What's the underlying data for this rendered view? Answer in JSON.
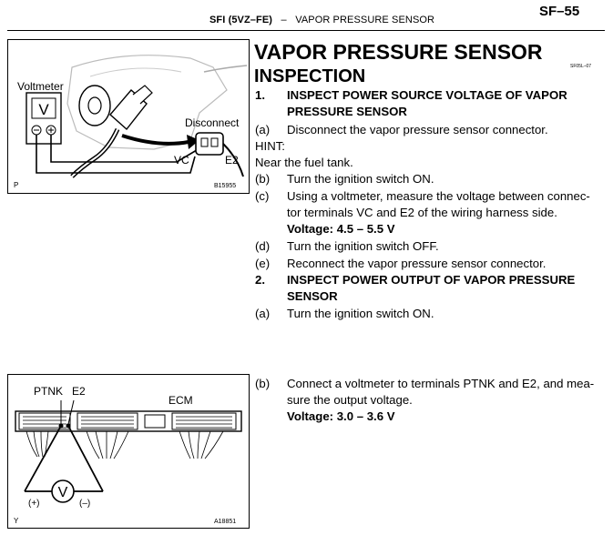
{
  "header": {
    "section": "SFI (5VZ–FE)",
    "separator": "–",
    "topic": "VAPOR PRESSURE SENSOR",
    "page": "SF–55"
  },
  "title": "VAPOR PRESSURE SENSOR",
  "subtitle": "INSPECTION",
  "doc_code": "SF05L–07",
  "figure1": {
    "voltmeter": "Voltmeter",
    "meter_symbol": "V",
    "disconnect": "Disconnect",
    "vc": "VC",
    "e2": "E2",
    "corner": "P",
    "id": "B15955"
  },
  "figure2": {
    "ptnk": "PTNK",
    "e2": "E2",
    "ecm": "ECM",
    "meter_symbol": "V",
    "plus": "(+)",
    "minus": "(–)",
    "corner": "Y",
    "id": "A18851"
  },
  "step1": {
    "num": "1.",
    "title_l1": "INSPECT POWER SOURCE VOLTAGE OF VAPOR",
    "title_l2": "PRESSURE SENSOR",
    "a_label": "(a)",
    "a_text": "Disconnect the vapor pressure sensor connector.",
    "hint": "HINT:",
    "hint_text": "Near the fuel tank.",
    "b_label": "(b)",
    "b_text": "Turn the ignition switch ON.",
    "c_label": "(c)",
    "c_l1": "Using a voltmeter, measure the voltage between connec-",
    "c_l2": "tor terminals VC and E2 of the wiring harness side.",
    "c_spec": "Voltage: 4.5 – 5.5 V",
    "d_label": "(d)",
    "d_text": "Turn the ignition switch OFF.",
    "e_label": "(e)",
    "e_text": "Reconnect the vapor pressure sensor connector."
  },
  "step2": {
    "num": "2.",
    "title_l1": "INSPECT POWER OUTPUT OF VAPOR PRESSURE",
    "title_l2": "SENSOR",
    "a_label": "(a)",
    "a_text": "Turn the ignition switch ON.",
    "b_label": "(b)",
    "b_l1": "Connect a voltmeter to terminals PTNK and E2, and mea-",
    "b_l2": "sure the output voltage.",
    "b_spec": "Voltage: 3.0 – 3.6 V"
  }
}
